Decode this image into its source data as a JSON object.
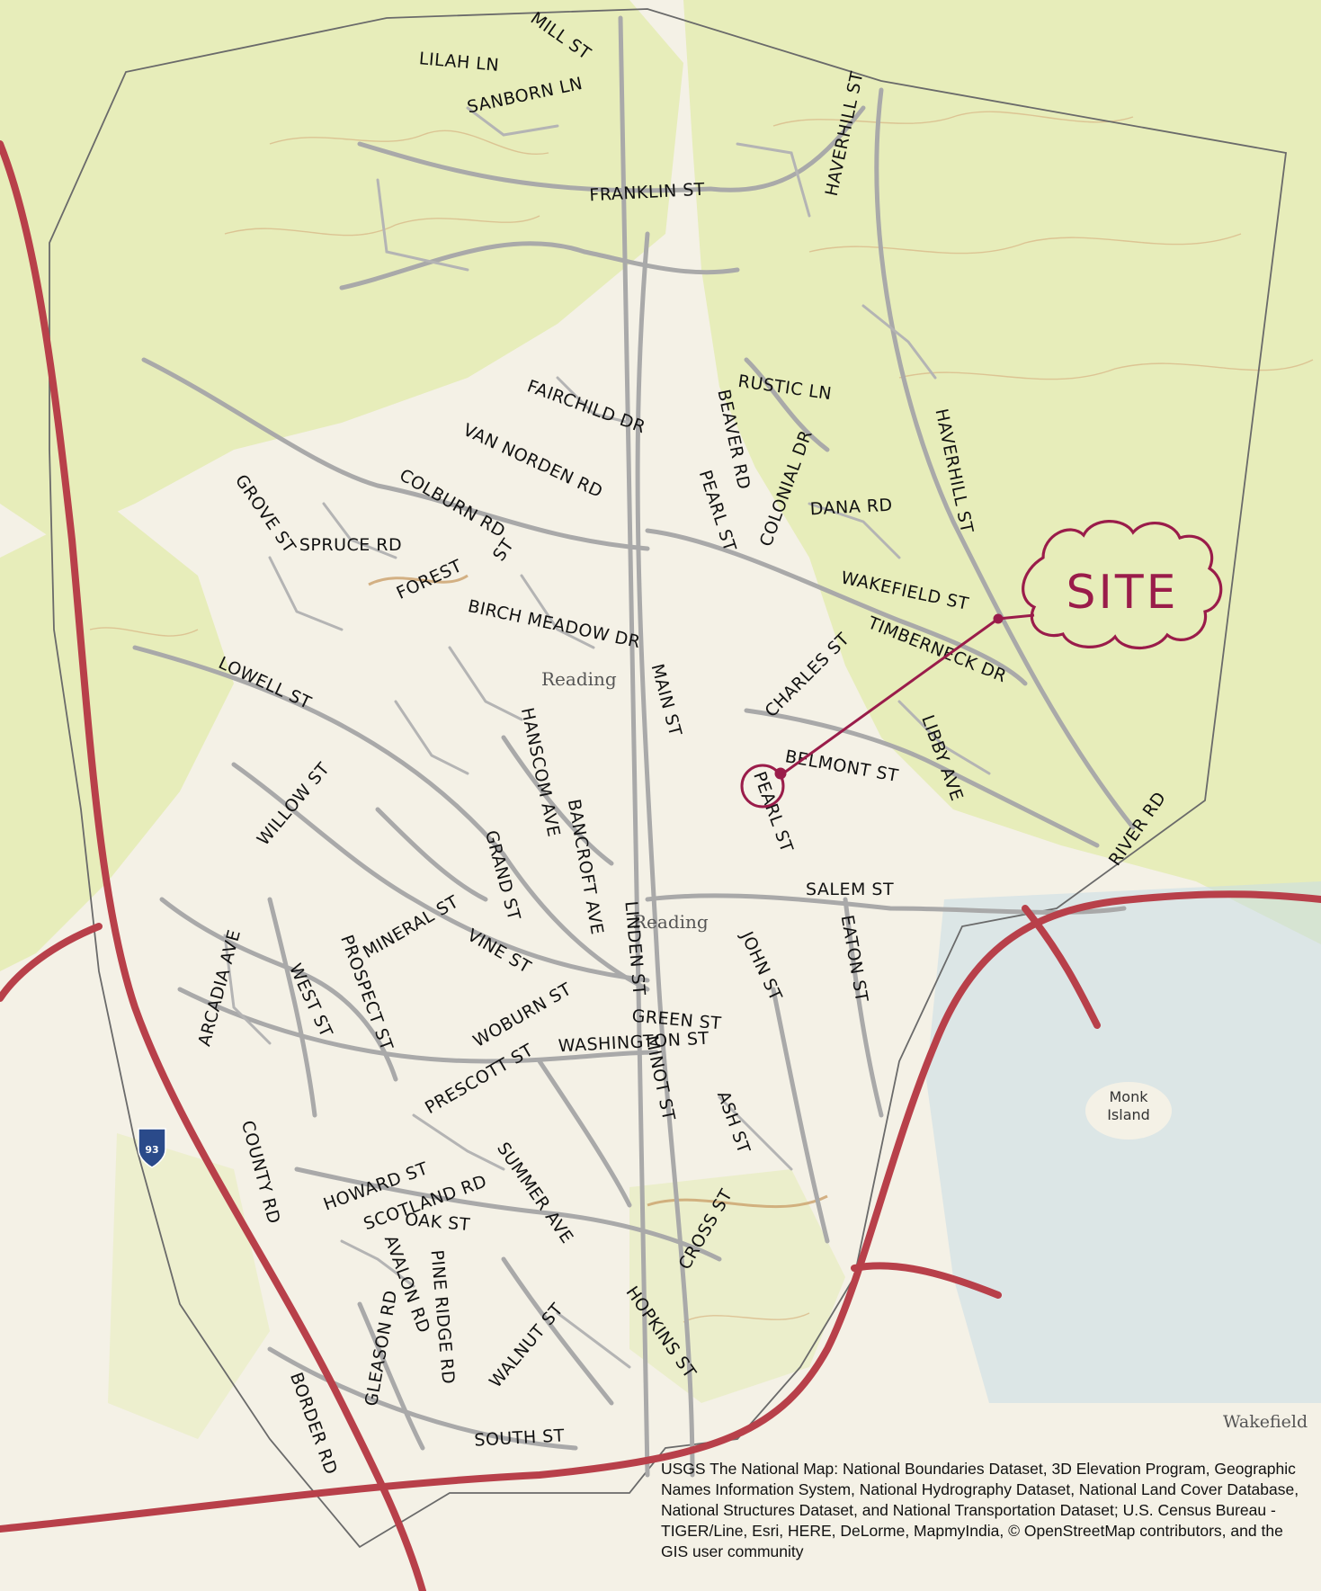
{
  "map": {
    "town_label": "Reading",
    "town_center_label": "Reading",
    "island_label": "Monk Island",
    "neighbor_town_label": "Wakefield",
    "site_label": "SITE",
    "interstate_shield": "93",
    "streets": [
      "MILL ST",
      "LILAH LN",
      "SANBORN LN",
      "FRANKLIN ST",
      "HAVERHILL ST",
      "RUSTIC LN",
      "FAIRCHILD DR",
      "BEAVER RD",
      "VAN NORDEN RD",
      "COLONIAL DR",
      "PEARL ST",
      "HAVERHILL ST",
      "DANA RD",
      "GROVE ST",
      "COLBURN RD",
      "ST",
      "SPRUCE RD",
      "FOREST",
      "WAKEFIELD ST",
      "BIRCH MEADOW DR",
      "CHARLES ST",
      "TIMBERNECK DR",
      "LOWELL ST",
      "MAIN ST",
      "HANSCOM AVE",
      "BELMONT ST",
      "LIBBY AVE",
      "WILLOW ST",
      "PEARL ST",
      "BANCROFT AVE",
      "GRAND ST",
      "RIVER RD",
      "SALEM ST",
      "MINERAL ST",
      "VINE ST",
      "LINDEN ST",
      "JOHN ST",
      "EATON ST",
      "ARCADIA AVE",
      "WEST ST",
      "PROSPECT ST",
      "WOBURN ST",
      "GREEN ST",
      "WASHINGTON ST",
      "PRESCOTT ST",
      "MINOT ST",
      "ASH ST",
      "COUNTY RD",
      "HOWARD ST",
      "SCOTLAND RD",
      "SUMMER AVE",
      "OAK ST",
      "CROSS ST",
      "AVALON RD",
      "PINE RIDGE RD",
      "GLEASON RD",
      "WALNUT ST",
      "HOPKINS ST",
      "BORDER RD",
      "SOUTH ST"
    ]
  },
  "attribution": "USGS The National Map: National Boundaries Dataset, 3D Elevation Program, Geographic Names Information System, National Hydrography Dataset, National Land Cover Database, National Structures Dataset, and National Transportation Dataset; U.S. Census Bureau - TIGER/Line, Esri, HERE, DeLorme, MapmyIndia, © OpenStreetMap contributors, and the GIS user community",
  "colors": {
    "paper": "#f4f1e6",
    "forest": "#e6ecb8",
    "road_minor": "#a9a9a9",
    "highway": "#b8404a",
    "boundary": "#6a6a6a",
    "site_marker": "#9a1c4a",
    "water": "#c9dde6"
  }
}
